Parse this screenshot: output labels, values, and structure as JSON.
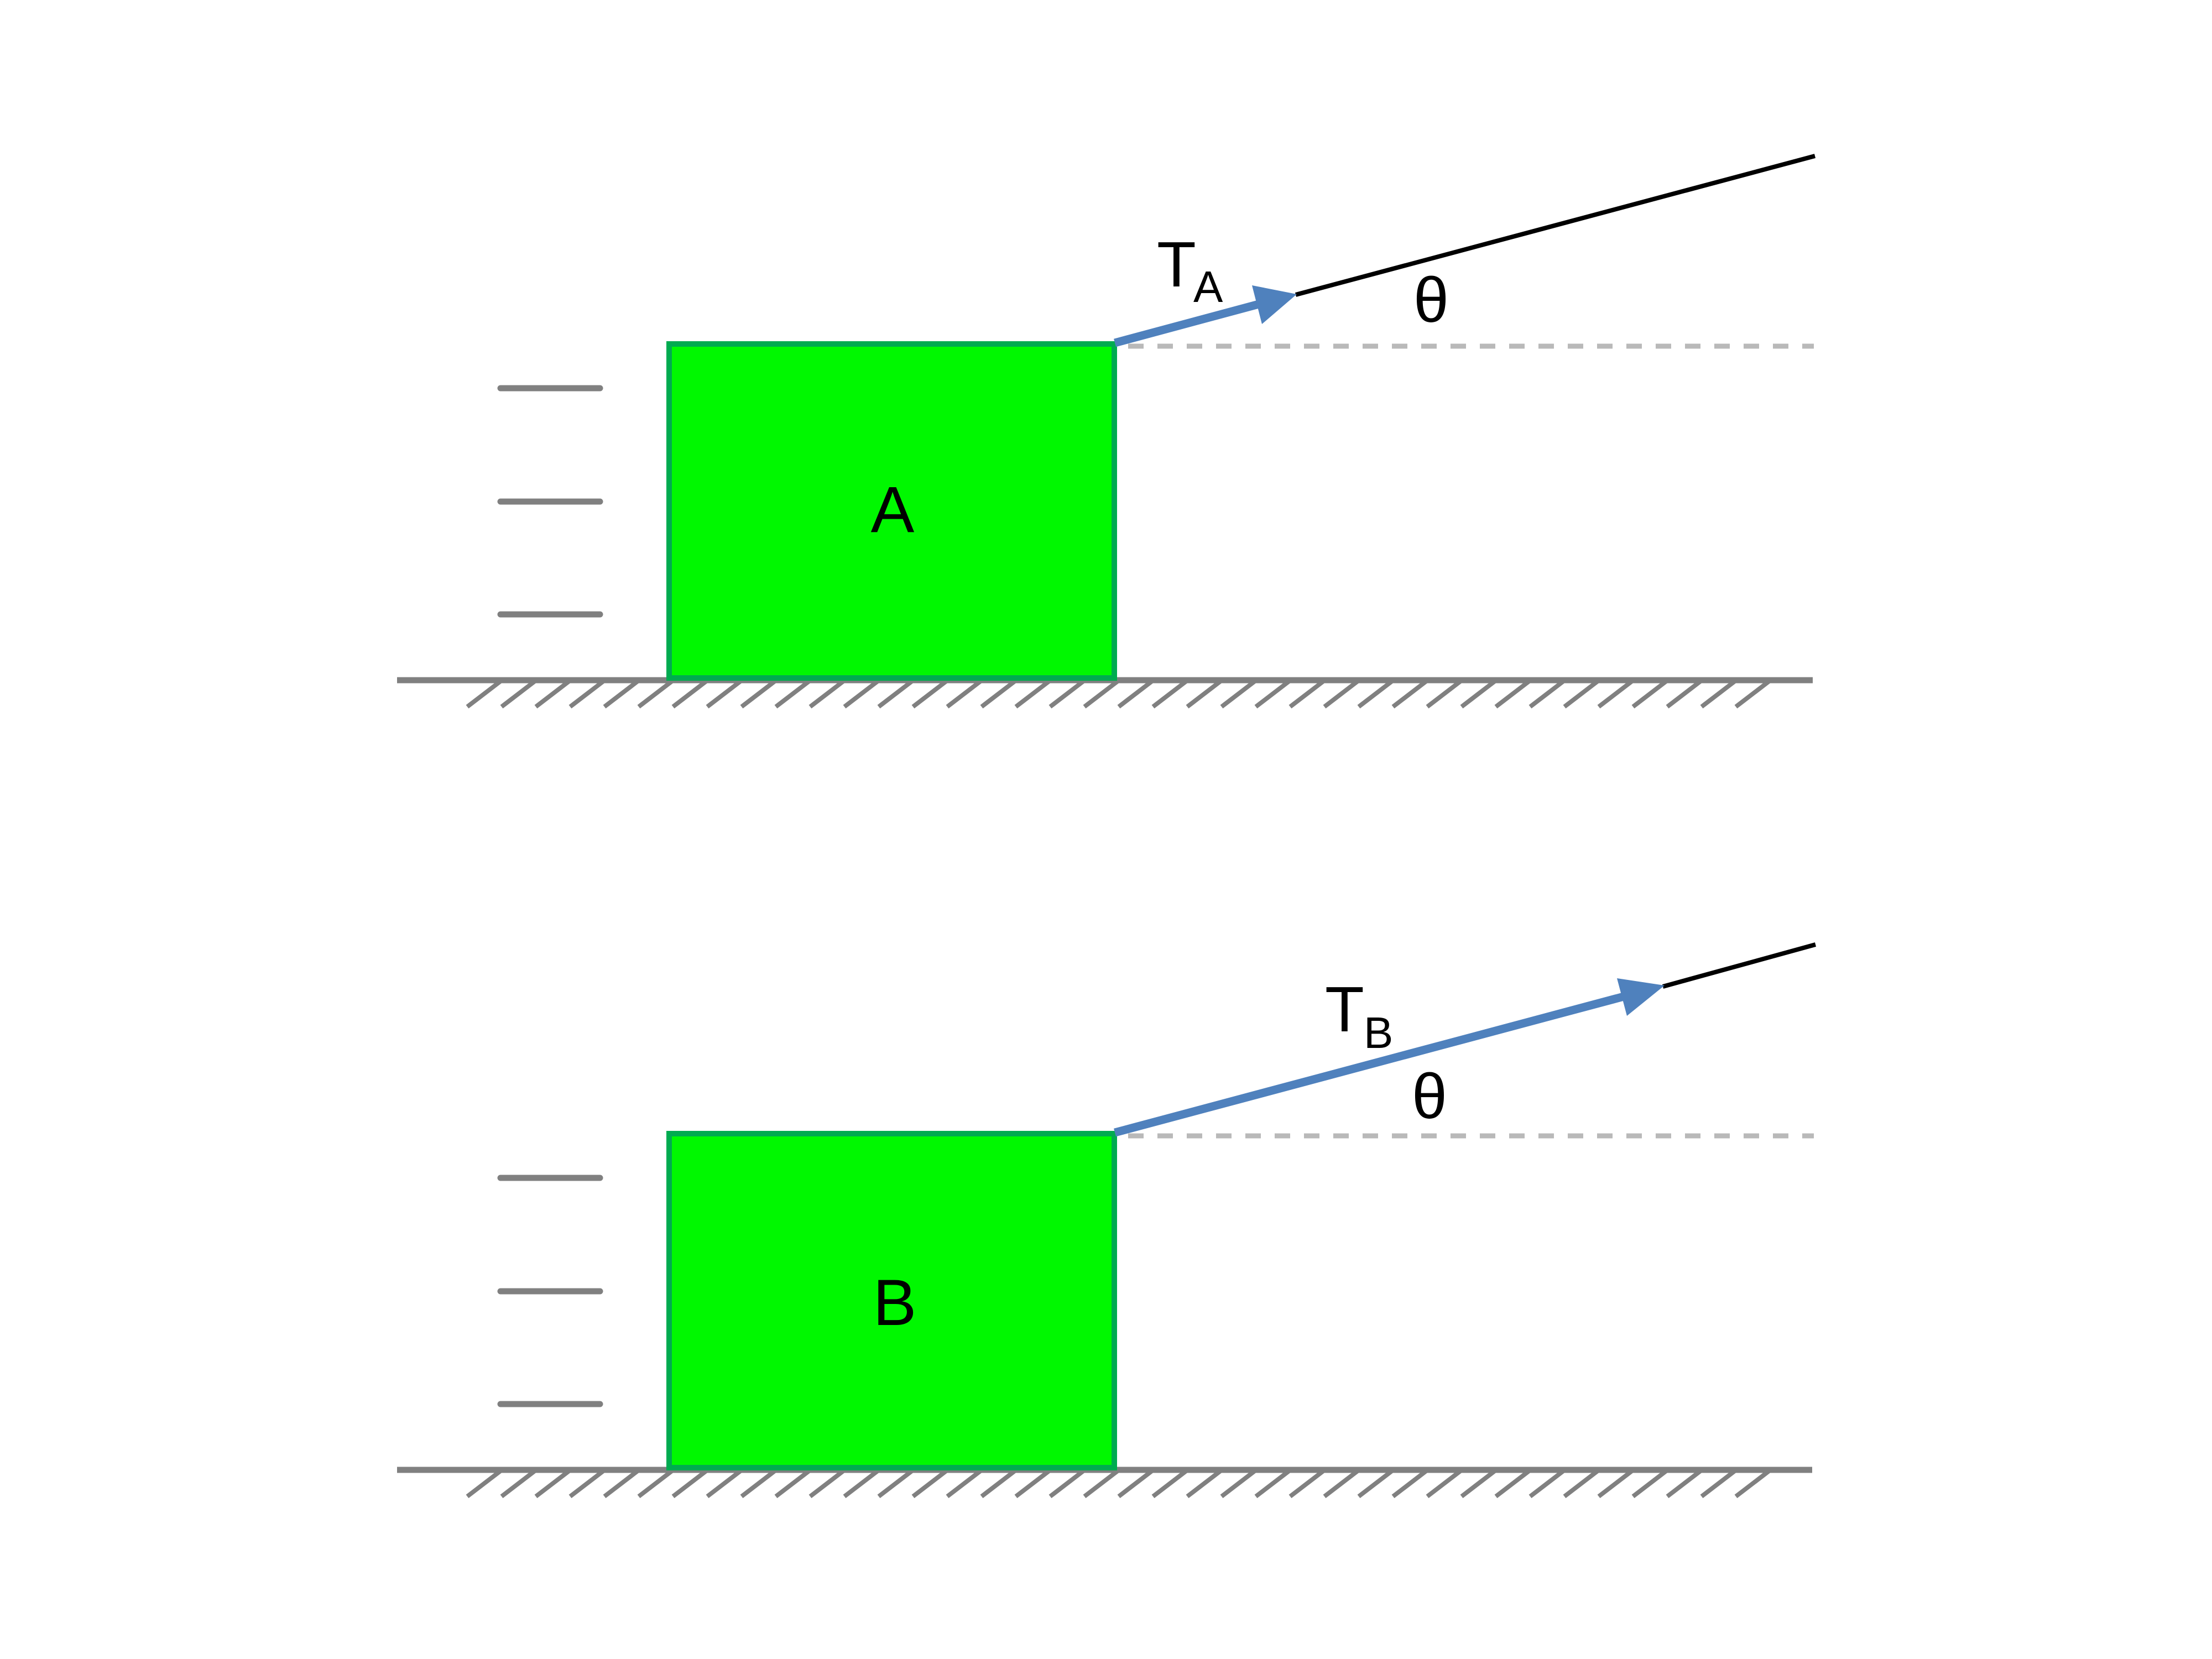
{
  "figure": {
    "description": "Two free-body diagrams: green block A pulled by tension T_A at angle theta above horizontal, and green block B pulled by tension T_B at angle theta above horizontal, both resting on a hatched ground surface.",
    "colors": {
      "background": "#ffffff",
      "block_fill": "#00f800",
      "block_border": "#00ab50",
      "tension_arrow": "#4f81bd",
      "rope": "#000000",
      "ground": "#808080",
      "motion_dash": "#808080",
      "reference_dash": "#b9b9b9",
      "label_text": "#000000"
    },
    "diagrams": [
      {
        "block_label": "A",
        "tension_label_main": "T",
        "tension_label_sub": "A",
        "angle_label": "θ"
      },
      {
        "block_label": "B",
        "tension_label_main": "T",
        "tension_label_sub": "B",
        "angle_label": "θ"
      }
    ]
  }
}
